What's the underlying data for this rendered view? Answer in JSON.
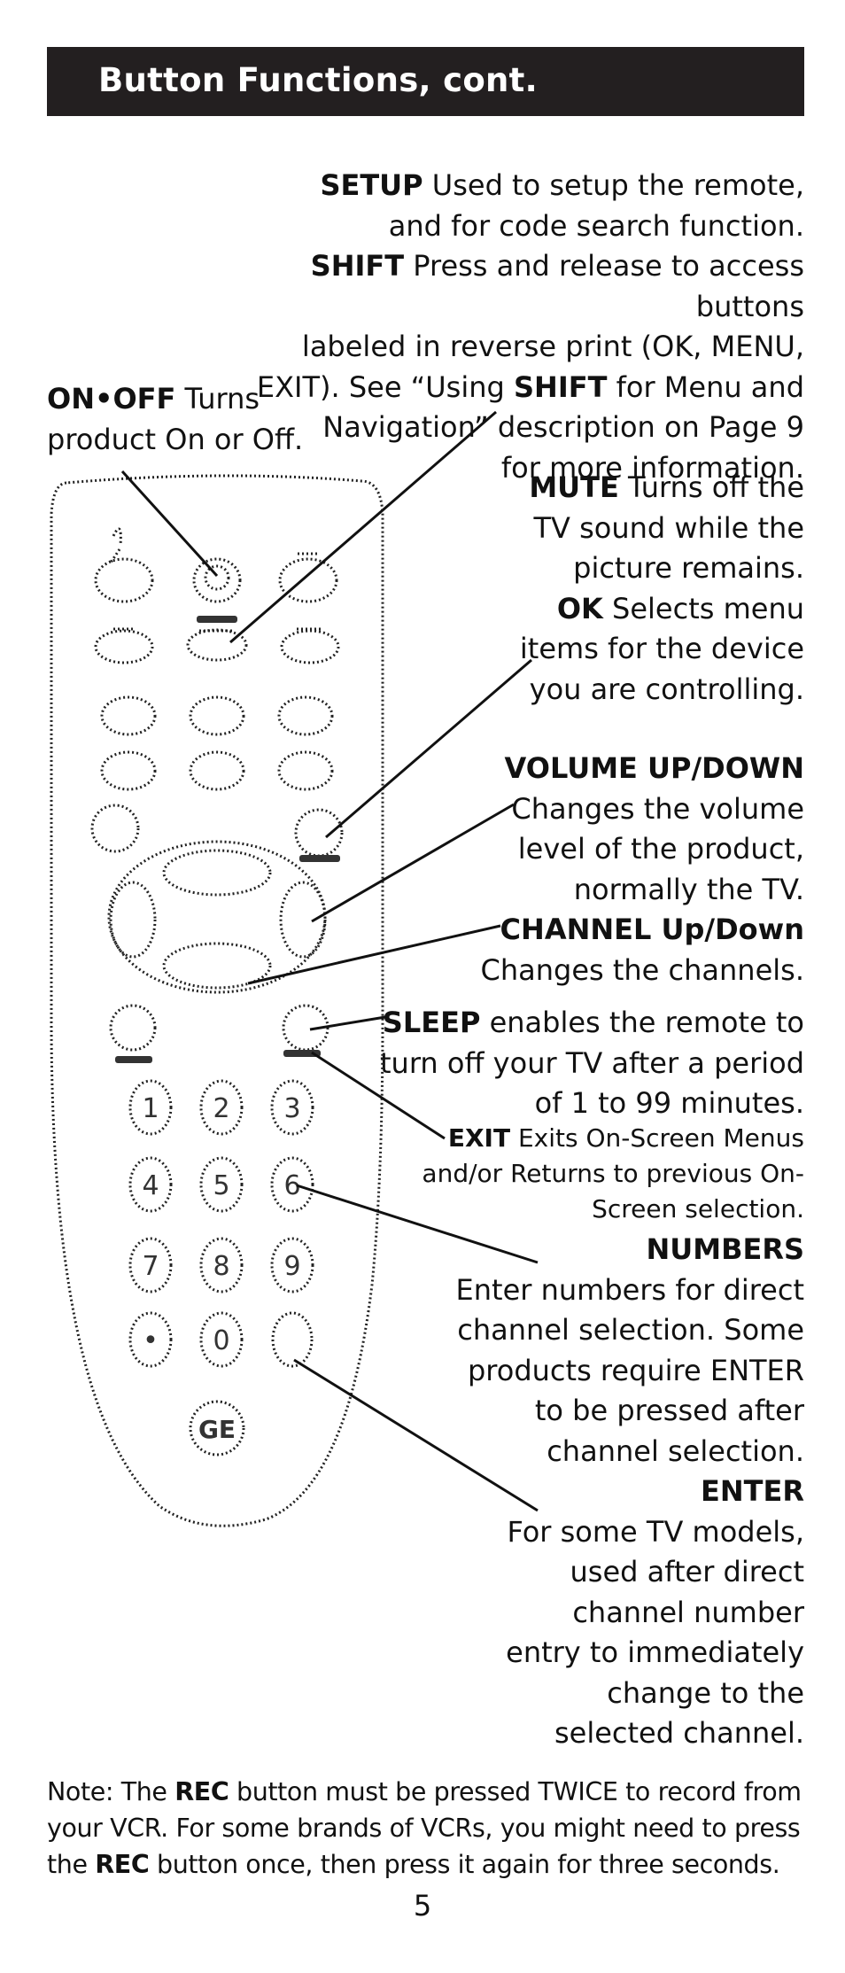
{
  "header": {
    "title": "Button Functions, cont."
  },
  "setup": {
    "label": "SETUP",
    "line1": " Used to setup the remote,",
    "line2": "and for code search function."
  },
  "shift": {
    "label": "SHIFT",
    "line1": " Press and release to access buttons",
    "line2": "labeled in reverse print (OK, MENU,",
    "line3a": "EXIT). See “Using ",
    "line3b": "SHIFT",
    "line3c": " for Menu and",
    "line4": "Navigation” description on Page 9",
    "line5": "for more information."
  },
  "onoff": {
    "label": "ON•OFF",
    "line1": " Turns",
    "line2": "product On or Off."
  },
  "mute": {
    "label": "MUTE",
    "line1": " Turns off the",
    "line2": "TV sound while the",
    "line3": "picture remains."
  },
  "ok": {
    "label": "OK",
    "line1": " Selects menu",
    "line2": "items for the device",
    "line3": "you are controlling."
  },
  "volume": {
    "label": "VOLUME UP/DOWN",
    "line1": "Changes the volume",
    "line2": "level of the product,",
    "line3": "normally the TV."
  },
  "channel": {
    "label": "CHANNEL Up/Down",
    "line1": "Changes the channels."
  },
  "sleep": {
    "label": "SLEEP",
    "line1": " enables the remote to",
    "line2": "turn off your TV after a period",
    "line3": "of 1 to 99 minutes."
  },
  "exit": {
    "label": "EXIT",
    "line1": " Exits On-Screen Menus",
    "line2": "and/or Returns to previous On-",
    "line3": "Screen selection."
  },
  "numbers": {
    "label": "NUMBERS",
    "line1": "Enter numbers for direct",
    "line2": "channel selection. Some",
    "line3": "products require ENTER",
    "line4": "to be pressed after",
    "line5": "channel selection."
  },
  "enter": {
    "label": "ENTER",
    "line1": "For some TV models,",
    "line2": "used after direct",
    "line3": "channel number",
    "line4": "entry to immediately",
    "line5": "change to the",
    "line6": "selected channel."
  },
  "note": {
    "p1": "Note: The ",
    "b1": "REC",
    "p2": " button must be pressed TWICE to record from",
    "p3": "your VCR. For some brands of VCRs, you might need to press",
    "p4": "the ",
    "b2": "REC",
    "p5": " button once, then press it again for three seconds."
  },
  "remote": {
    "number_keys": [
      "1",
      "2",
      "3",
      "4",
      "5",
      "6",
      "7",
      "8",
      "9",
      "•",
      "0",
      ""
    ],
    "logo": "GE"
  },
  "page_number": "5"
}
